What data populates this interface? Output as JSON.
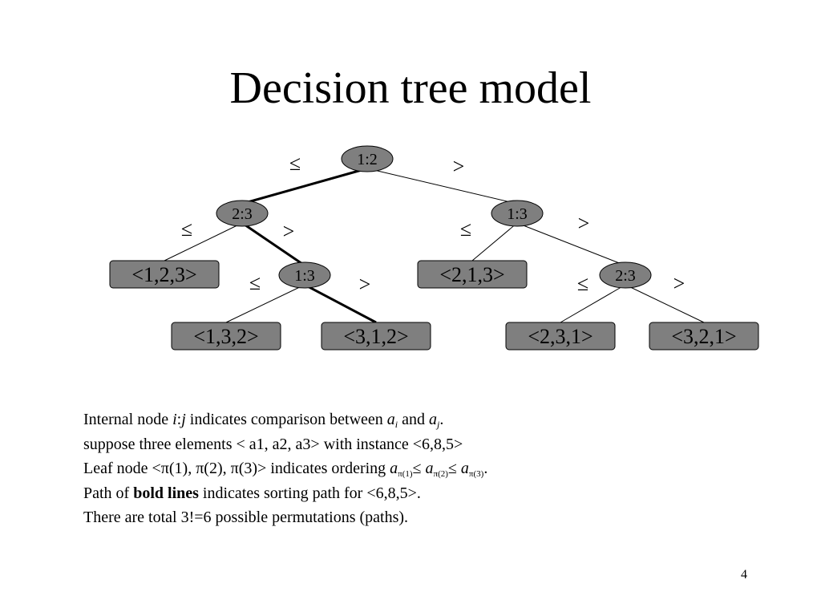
{
  "title": "Decision tree model",
  "tree": {
    "nodes": [
      {
        "id": "root",
        "label": "1:2",
        "kind": "internal"
      },
      {
        "id": "n23a",
        "label": "2:3",
        "kind": "internal"
      },
      {
        "id": "n13a",
        "label": "1:3",
        "kind": "internal"
      },
      {
        "id": "n13b",
        "label": "1:3",
        "kind": "internal"
      },
      {
        "id": "n23b",
        "label": "2:3",
        "kind": "internal"
      },
      {
        "id": "leaf123",
        "label": "<1,2,3>",
        "kind": "leaf"
      },
      {
        "id": "leaf213",
        "label": "<2,1,3>",
        "kind": "leaf"
      },
      {
        "id": "leaf132",
        "label": "<1,3,2>",
        "kind": "leaf"
      },
      {
        "id": "leaf312",
        "label": "<3,1,2>",
        "kind": "leaf"
      },
      {
        "id": "leaf231",
        "label": "<2,3,1>",
        "kind": "leaf"
      },
      {
        "id": "leaf321",
        "label": "<3,2,1>",
        "kind": "leaf"
      }
    ],
    "edges": [
      {
        "from": "root",
        "to": "n23a",
        "label": "≤",
        "bold": true
      },
      {
        "from": "root",
        "to": "n13b",
        "label": ">",
        "bold": false
      },
      {
        "from": "n23a",
        "to": "leaf123",
        "label": "≤",
        "bold": false
      },
      {
        "from": "n23a",
        "to": "n13a",
        "label": ">",
        "bold": true
      },
      {
        "from": "n13a",
        "to": "leaf132",
        "label": "≤",
        "bold": false
      },
      {
        "from": "n13a",
        "to": "leaf312",
        "label": ">",
        "bold": true
      },
      {
        "from": "n13b",
        "to": "leaf213",
        "label": "≤",
        "bold": false
      },
      {
        "from": "n13b",
        "to": "n23b",
        "label": ">",
        "bold": false
      },
      {
        "from": "n23b",
        "to": "leaf231",
        "label": "≤",
        "bold": false
      },
      {
        "from": "n23b",
        "to": "leaf321",
        "label": ">",
        "bold": false
      }
    ],
    "colors": {
      "node_fill": "#7f7f7f",
      "line": "#000000"
    }
  },
  "caption": {
    "line1": {
      "a": "Internal node ",
      "i": "i",
      "colon": ":",
      "j": "j",
      "b": " indicates comparison between ",
      "a_var": "a",
      "sub_i": "i",
      "and": " and ",
      "a_var2": "a",
      "sub_j": "j",
      "end": "."
    },
    "line2": "suppose three elements < a1, a2, a3> with instance <6,8,5>",
    "line3": {
      "a": "Leaf node <π(1), π(2), π(3)> indicates ordering ",
      "a1": "a",
      "s1": "π(1)",
      "le1": "≤ ",
      "a2": "a",
      "s2": "π(2)",
      "le2": "≤ ",
      "a3": "a",
      "s3": "π(3)",
      "end": "."
    },
    "line4": {
      "a": "Path of ",
      "bold": "bold lines",
      "b": " indicates sorting path for <6,8,5>."
    },
    "line5": "There are total 3!=6 possible permutations (paths)."
  },
  "page_number": "4"
}
